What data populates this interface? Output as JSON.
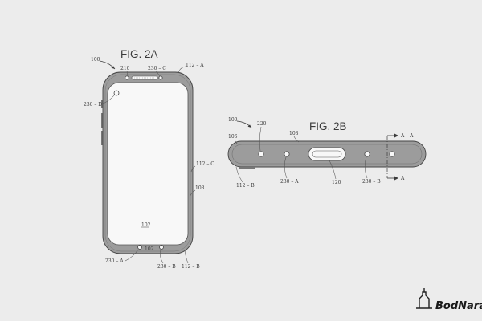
{
  "figures": {
    "fig2a": {
      "title": "FIG. 2A",
      "labels": {
        "device": "100",
        "top_speaker": "210",
        "top_sensor": "230 – C",
        "housing_top": "112 – A",
        "camera": "230 – D",
        "housing_side": "112 – C",
        "side_edge": "108",
        "display": "102",
        "bottom_display": "102",
        "bottom_left_port": "230 – A",
        "bottom_mid_port": "230 – B",
        "housing_bottom": "112 – B"
      }
    },
    "fig2b": {
      "title": "FIG. 2B",
      "labels": {
        "device": "100",
        "mic": "220",
        "edge": "108",
        "housing_bottom": "106",
        "housing_b": "112 – B",
        "port_a": "230 – A",
        "connector": "120",
        "port_b": "230 – B",
        "section_top": "A – A",
        "section_bottom": "A"
      }
    }
  },
  "watermark": {
    "text": "BodNara",
    "icon": "tower-icon"
  }
}
